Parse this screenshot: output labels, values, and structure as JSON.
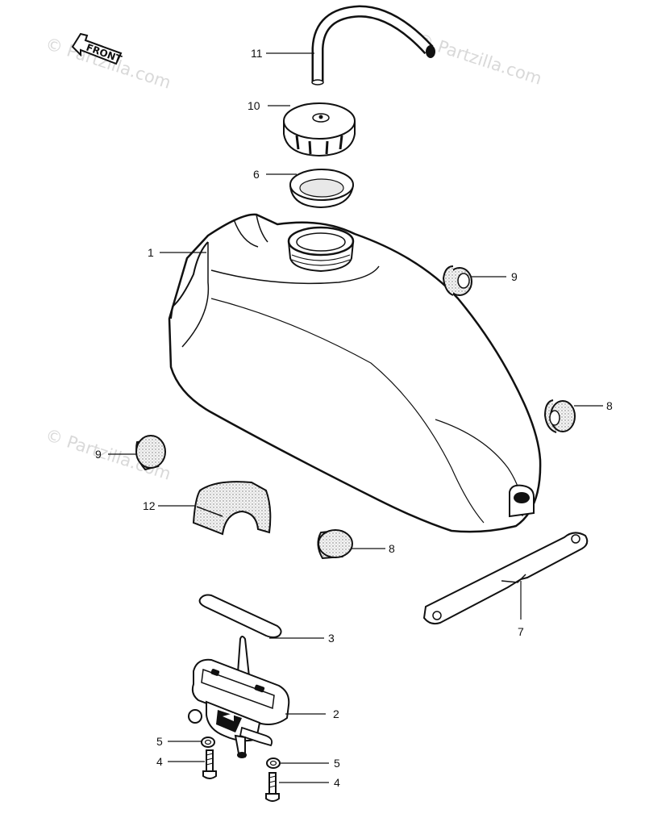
{
  "front_label": "FRONT",
  "watermark": "© Partzilla.com",
  "callouts": {
    "p1": "1",
    "p2": "2",
    "p3": "3",
    "p4a": "4",
    "p4b": "4",
    "p5a": "5",
    "p5b": "5",
    "p6": "6",
    "p7": "7",
    "p8a": "8",
    "p8b": "8",
    "p9a": "9",
    "p9b": "9",
    "p10": "10",
    "p11": "11",
    "p12": "12"
  }
}
